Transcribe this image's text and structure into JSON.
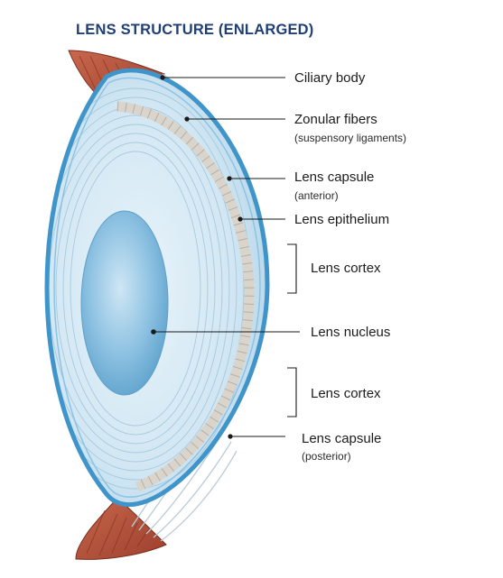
{
  "title": "LENS STRUCTURE (ENLARGED)",
  "labels": {
    "ciliary_body": "Ciliary body",
    "zonular_fibers": "Zonular fibers",
    "zonular_fibers_sub": "(suspensory ligaments)",
    "capsule_anterior": "Lens capsule",
    "capsule_anterior_sub": "(anterior)",
    "epithelium": "Lens epithelium",
    "cortex_upper": "Lens cortex",
    "nucleus": "Lens nucleus",
    "cortex_lower": "Lens cortex",
    "capsule_posterior": "Lens capsule",
    "capsule_posterior_sub": "(posterior)"
  },
  "colors": {
    "title": "#1f3f75",
    "capsule": "#3f95c9",
    "ciliary": "#b4553e",
    "epithelium": "#d9d4cc",
    "nucleus": "#6fb0d6"
  }
}
